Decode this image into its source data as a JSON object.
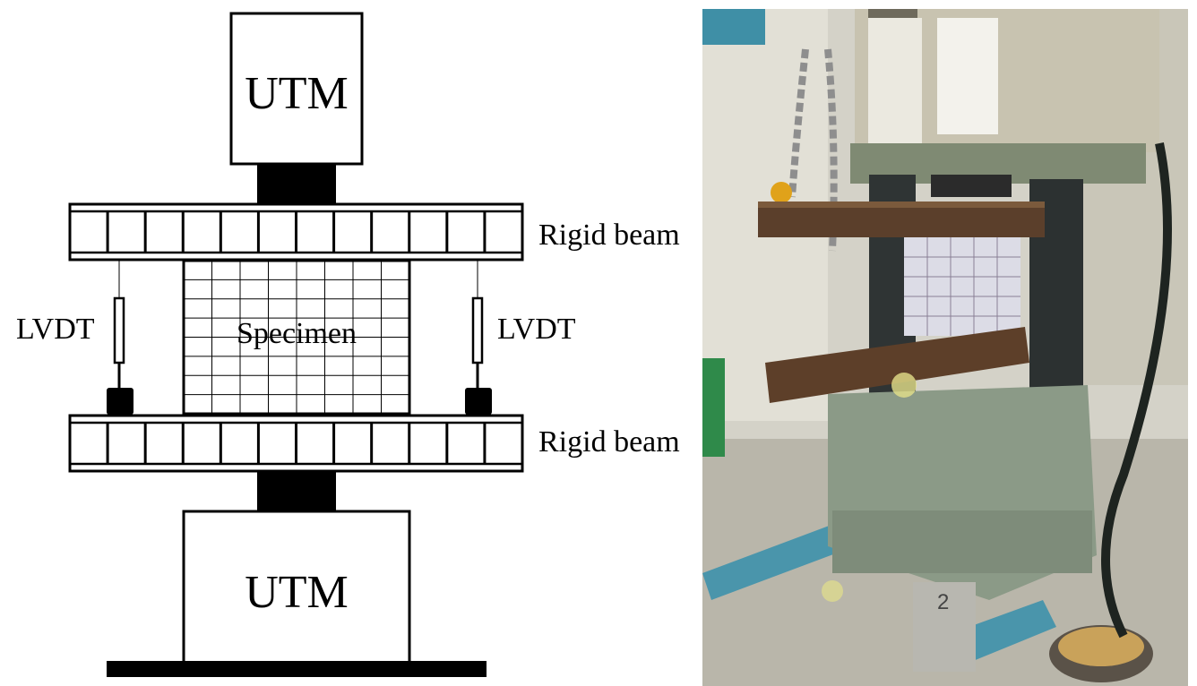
{
  "labels": {
    "utm_top": "UTM",
    "utm_bottom": "UTM",
    "rigid_beam_top": "Rigid beam",
    "rigid_beam_bottom": "Rigid beam",
    "lvdt_left": "LVDT",
    "lvdt_right": "LVDT",
    "specimen": "Specimen"
  },
  "photo": {
    "description_tags": [
      "test-setup-photograph"
    ],
    "sample_number": "2"
  }
}
